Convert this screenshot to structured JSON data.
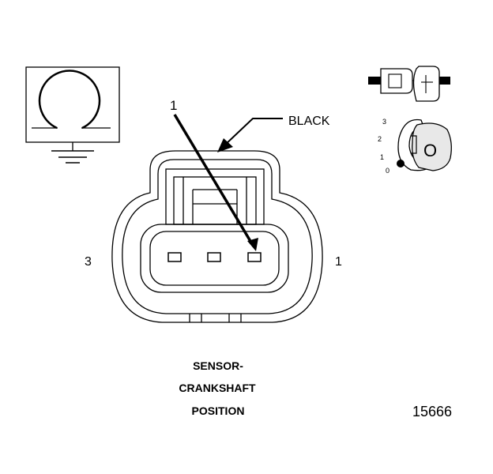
{
  "labels": {
    "pin_callout": "1",
    "color": "BLACK",
    "cavity_left": "3",
    "cavity_right": "1",
    "title_line1": "SENSOR-",
    "title_line2": "CRANKSHAFT",
    "title_line3": "POSITION",
    "figure_number": "15666",
    "key_0": "0",
    "key_1": "1",
    "key_2": "2",
    "key_3": "3",
    "key_letter": "O"
  },
  "icons": {
    "symbol": "sensor-loop-ground-icon",
    "connector": "connector-face-icon",
    "mating": "mating-connector-icon",
    "key": "connector-key-icon"
  },
  "colors": {
    "ink": "#000000",
    "key_shade": "#e8e8e8"
  }
}
